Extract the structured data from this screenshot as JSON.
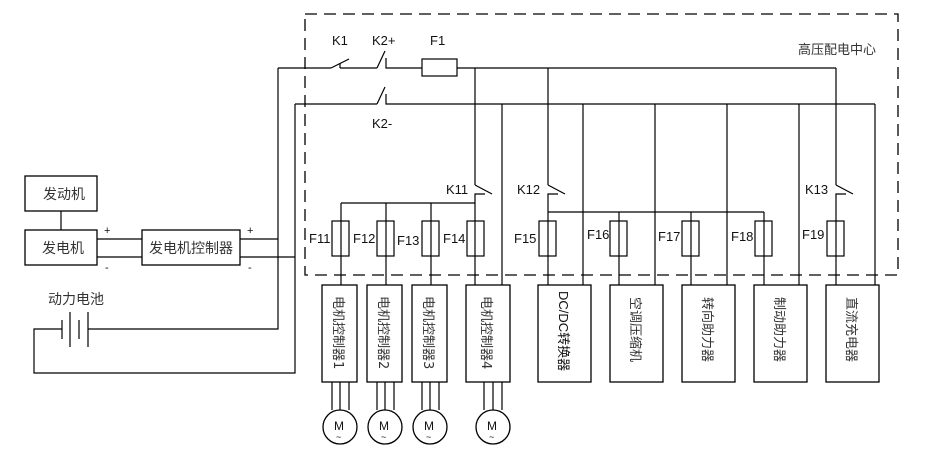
{
  "diagram": {
    "region_label": "高压配电中心",
    "engine": "发动机",
    "generator": "发电机",
    "generator_controller": "发电机控制器",
    "battery": "动力电池",
    "plus": "+",
    "minus": "-",
    "contactors": {
      "k1": "K1",
      "k2_pos": "K2+",
      "k2_neg": "K2-",
      "k11": "K11",
      "k12": "K12",
      "k13": "K13"
    },
    "main_fuse": "F1",
    "fuses": [
      "F11",
      "F12",
      "F13",
      "F14",
      "F15",
      "F16",
      "F17",
      "F18",
      "F19"
    ],
    "motor_controllers": [
      "电机控制器1",
      "电机控制器2",
      "电机控制器3",
      "电机控制器4"
    ],
    "motor_symbol": "M",
    "motor_ac": "~",
    "accessories": [
      "DC/DC转换器",
      "空调压缩机",
      "转向助力器",
      "制动助力器",
      "直流充电器"
    ]
  }
}
